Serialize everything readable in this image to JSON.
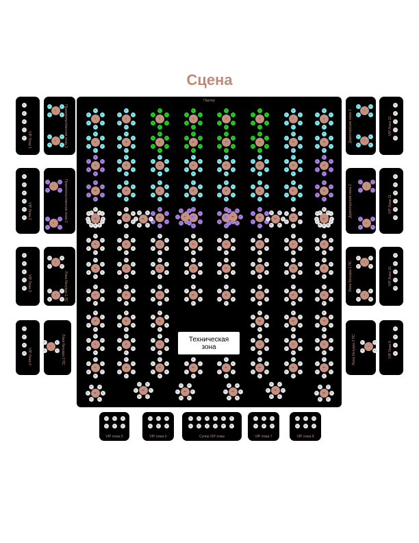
{
  "stage": "Сцена",
  "hall_label": "Партер",
  "tech_zone": [
    "Техническая",
    "зона"
  ],
  "left_labels": [
    "VIP Ложа 1",
    "Правительственная ложа 1",
    "VIP Ложа 2",
    "Правительственная ложа 2",
    "VIP Ложа 3",
    "Ложа бенуара 1 ПС",
    "VIP Ложа 4",
    "Ложа бенуара 2 ПС"
  ],
  "right_labels": [
    "Директорская ложа 1",
    "VIP Ложа 12",
    "Директорская ложа 2",
    "VIP Ложа 11",
    "Ложа бенуара 1 ПС",
    "VIP Ложа 10",
    "Ложа бенуара 2 ПС",
    "VIP Ложа 9"
  ],
  "bottom_labels": [
    "VIP ложа 5",
    "VIP ложа 6",
    "Супер VIP ложа",
    "VIP ложа 7",
    "VIP ложа 8"
  ],
  "colors": {
    "cyan": "#7fe8ec",
    "green": "#22cc22",
    "purple": "#a87fe0",
    "white": "#e4e4e4",
    "table": "#c59080",
    "label": "#c08a78"
  }
}
